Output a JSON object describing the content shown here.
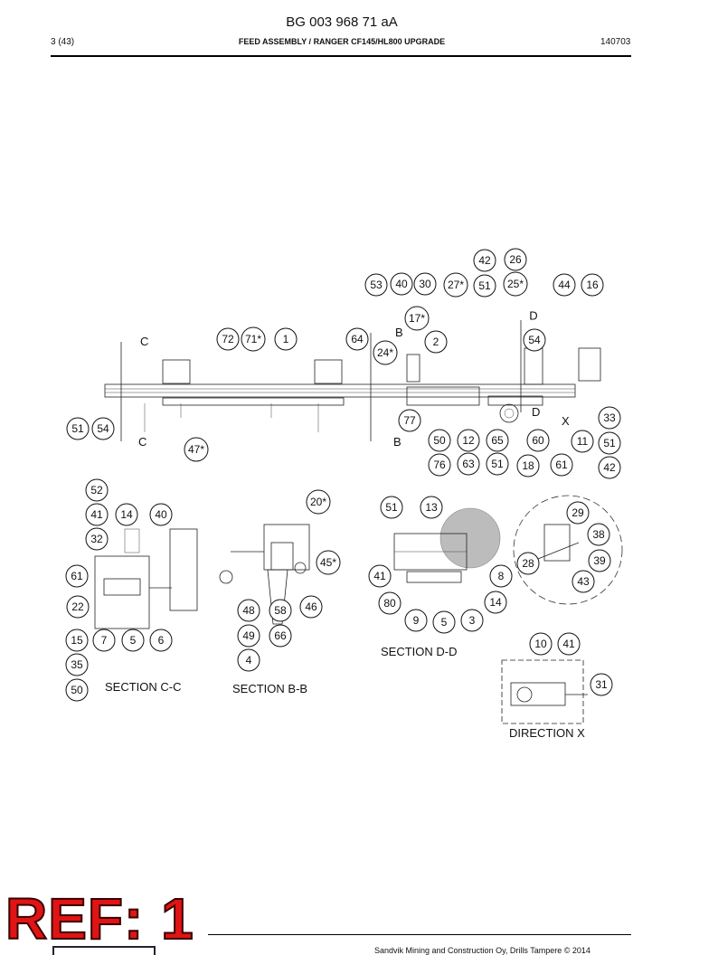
{
  "header": {
    "doc_number": "BG 003 968 71 aA",
    "page": "3 (43)",
    "title": "FEED ASSEMBLY / RANGER CF145/HL800 UPGRADE",
    "date": "140703"
  },
  "footer": {
    "copyright": "Sandvik Mining and Construction Oy, Drills Tampere © 2014"
  },
  "ref_stamp": "REF: 1",
  "sections": {
    "c_c": "SECTION C-C",
    "b_b": "SECTION B-B",
    "d_d": "SECTION D-D",
    "x": "DIRECTION X"
  },
  "markers": {
    "c": "C",
    "b": "B",
    "d": "D",
    "x": "X"
  },
  "callouts": {
    "main": [
      "42",
      "26",
      "53",
      "40",
      "30",
      "27*",
      "51",
      "25*",
      "44",
      "16",
      "17*",
      "D",
      "72",
      "71*",
      "1",
      "64",
      "B",
      "2",
      "54",
      "24*",
      "C",
      "51",
      "54",
      "77",
      "33",
      "50",
      "12",
      "65",
      "60",
      "11",
      "51",
      "76",
      "63",
      "51",
      "18",
      "61",
      "42",
      "47*",
      "X"
    ],
    "cc": [
      "52",
      "41",
      "14",
      "40",
      "32",
      "61",
      "22",
      "15",
      "7",
      "5",
      "6",
      "35",
      "50"
    ],
    "bb": [
      "20*",
      "45*",
      "48",
      "58",
      "46",
      "49",
      "66",
      "4"
    ],
    "dd": [
      "51",
      "13",
      "41",
      "8",
      "80",
      "14",
      "9",
      "5",
      "3"
    ],
    "detail": [
      "29",
      "38",
      "28",
      "39",
      "43"
    ],
    "x": [
      "10",
      "41",
      "31"
    ]
  }
}
